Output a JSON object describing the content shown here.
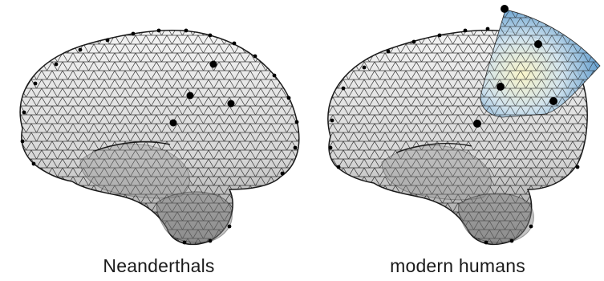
{
  "panels": [
    {
      "label": "Neanderthals",
      "landmarks": 4,
      "highlight_region": false
    },
    {
      "label": "modern humans",
      "landmarks": 5,
      "highlight_region": true
    }
  ],
  "colors": {
    "mesh_fill": "#d9d9d9",
    "mesh_stroke": "#1a1a1a",
    "landmark": "#000000",
    "highlight_blue": "#3f86c0",
    "highlight_yellow": "#f7f0b8"
  },
  "icons": {
    "left_brain": "neanderthal-endocast-mesh",
    "right_brain": "modern-human-endocast-mesh"
  }
}
